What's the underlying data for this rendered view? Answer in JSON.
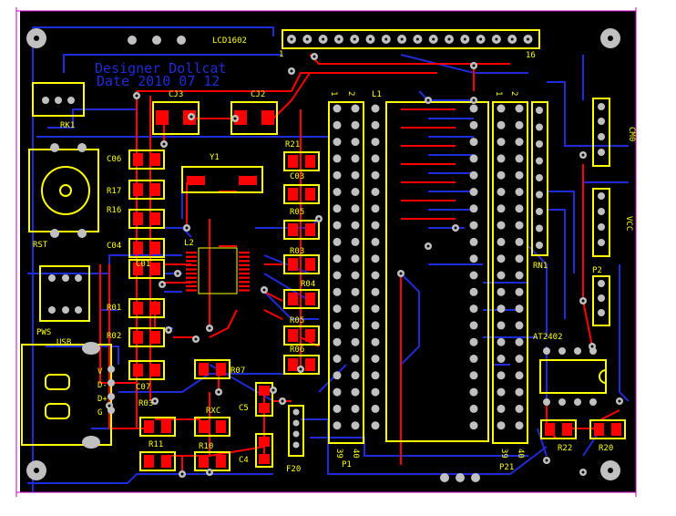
{
  "designer": "Designer Dollcat",
  "date_text": "Date 2010 07 12",
  "components": {
    "lcd": "LCD1602",
    "lcd_pin1": "1",
    "lcd_pin16": "16",
    "rk1": "RK1",
    "cj3": "CJ3",
    "cj2": "CJ2",
    "y1": "Y1",
    "c06": "C06",
    "r17": "R17",
    "r16": "R16",
    "c04": "C04",
    "c01": "C01",
    "r01": "R01",
    "r02": "R02",
    "c07": "C07",
    "r21": "R21",
    "c03": "C03",
    "r05": "R05",
    "r03": "R03",
    "r04": "R04",
    "r05b": "R05",
    "r06": "R06",
    "r07": "R07",
    "c5": "C5",
    "c4": "C4",
    "f20": "F20",
    "r03b": "R03",
    "r11": "R11",
    "rxc": "RXC",
    "r10": "R10",
    "l2": "L2",
    "l1": "L1",
    "rst": "RST",
    "pws": "PWS",
    "usb": "USB",
    "usb_pins": [
      "V",
      "D-",
      "D+",
      "G"
    ],
    "p1": "P1",
    "p21": "P21",
    "rn1": "RN1",
    "p2": "P2",
    "cm0": "CM0",
    "vcc": "VCC",
    "at2402": "AT2402",
    "r22": "R22",
    "r20": "R20",
    "p1_top": [
      "1",
      "2"
    ],
    "p1_bottom": [
      "39",
      "40"
    ],
    "p21_top": [
      "1",
      "2"
    ],
    "p21_bottom": [
      "39",
      "40"
    ]
  },
  "colors": {
    "board": "#000000",
    "silk": "#ffff00",
    "top_copper": "#ff0000",
    "bottom_copper": "#1e2bd8",
    "pad": "#c0c0c0",
    "outline": "#c000c0"
  }
}
